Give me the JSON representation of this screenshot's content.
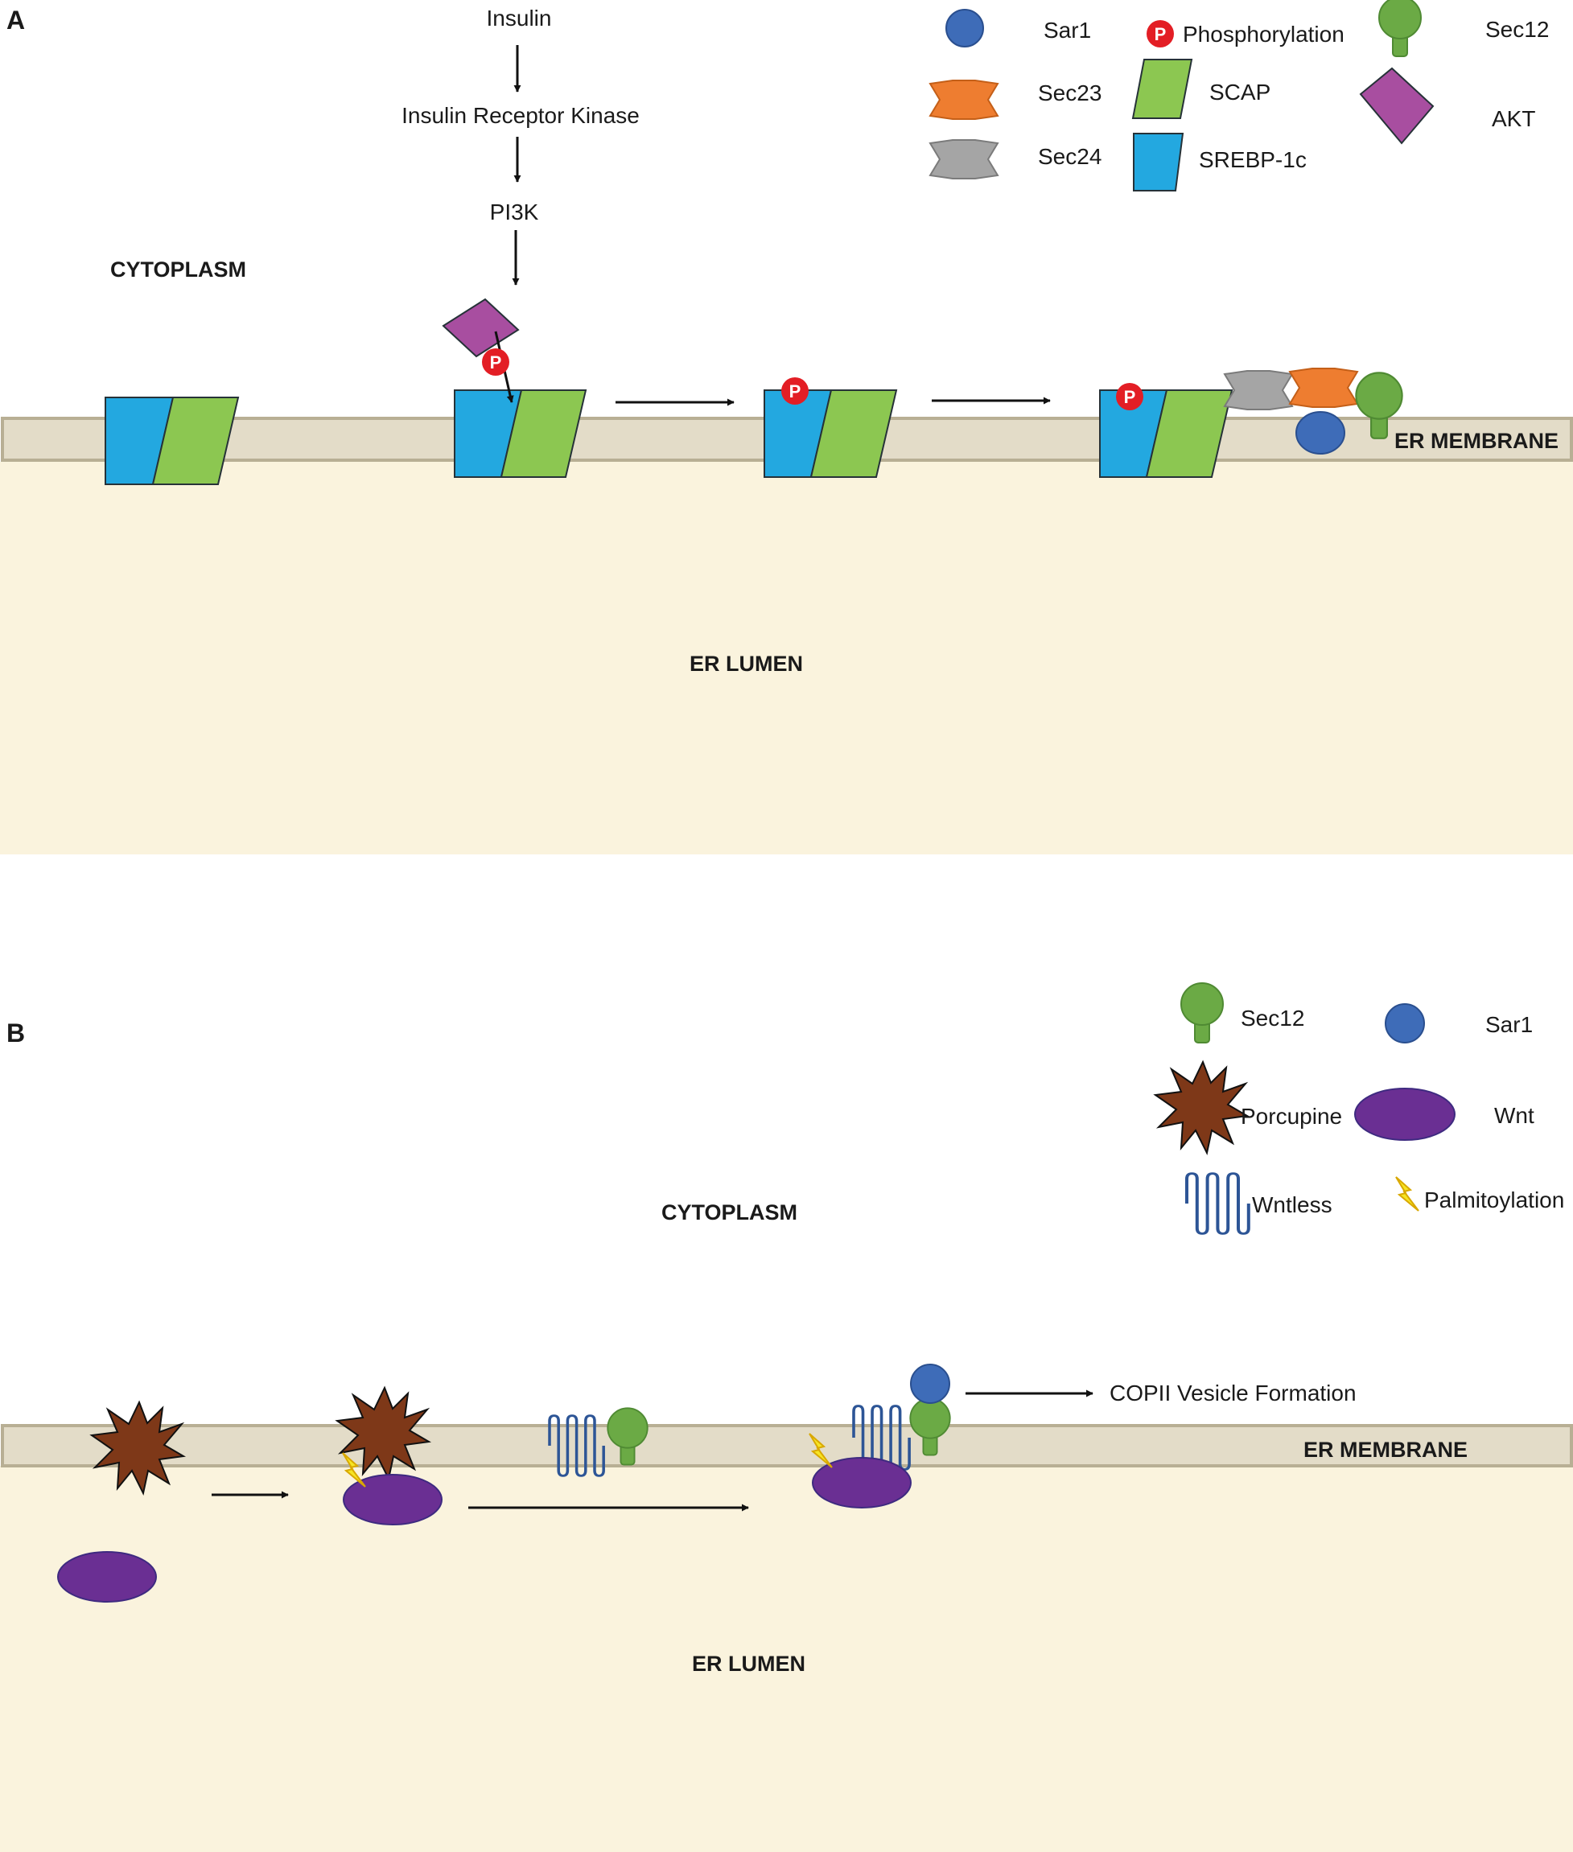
{
  "colors": {
    "srebp": "#23A8E0",
    "scap": "#8CC751",
    "akt": "#A84EA0",
    "phospho": "#E31E25",
    "sar1": "#3E6CB8",
    "sec23": "#EE7D30",
    "sec24": "#A5A5A5",
    "sec12": "#6BAA45",
    "porcupine": "#7E3818",
    "wnt": "#6A2F93",
    "wntless": "#2D5596",
    "palmitoylation": "#F6E524",
    "membrane": "#E3DCC8",
    "lumen": "#FAF3DD"
  },
  "icons": {
    "sar1": "blue-circle",
    "phosphorylation": "red-circle-P",
    "sec12": "green-lollipop",
    "sec23": "orange-bowtie",
    "scap": "green-parallelogram",
    "akt": "purple-diamond",
    "sec24": "gray-bowtie",
    "srebp": "blue-trapezoid",
    "porcupine": "brown-starburst",
    "wnt": "purple-ellipse",
    "wntless": "blue-serpentine",
    "palmitoylation": "yellow-lightning"
  },
  "panel_a": {
    "label": "A",
    "cascade": [
      "Insulin",
      "Insulin Receptor Kinase",
      "PI3K"
    ],
    "cytoplasm": "CYTOPLASM",
    "lumen": "ER LUMEN",
    "membrane": "ER MEMBRANE",
    "phospho_symbol": "P",
    "legend": {
      "sar1": "Sar1",
      "phosphorylation": "Phosphorylation",
      "sec12": "Sec12",
      "sec23": "Sec23",
      "scap": "SCAP",
      "akt": "AKT",
      "sec24": "Sec24",
      "srebp": "SREBP-1c"
    }
  },
  "panel_b": {
    "label": "B",
    "cytoplasm": "CYTOPLASM",
    "lumen": "ER LUMEN",
    "membrane": "ER MEMBRANE",
    "copii": "COPII Vesicle Formation",
    "legend": {
      "sec12": "Sec12",
      "sar1": "Sar1",
      "porcupine": "Porcupine",
      "wnt": "Wnt",
      "wntless": "Wntless",
      "palmitoylation": "Palmitoylation"
    }
  }
}
